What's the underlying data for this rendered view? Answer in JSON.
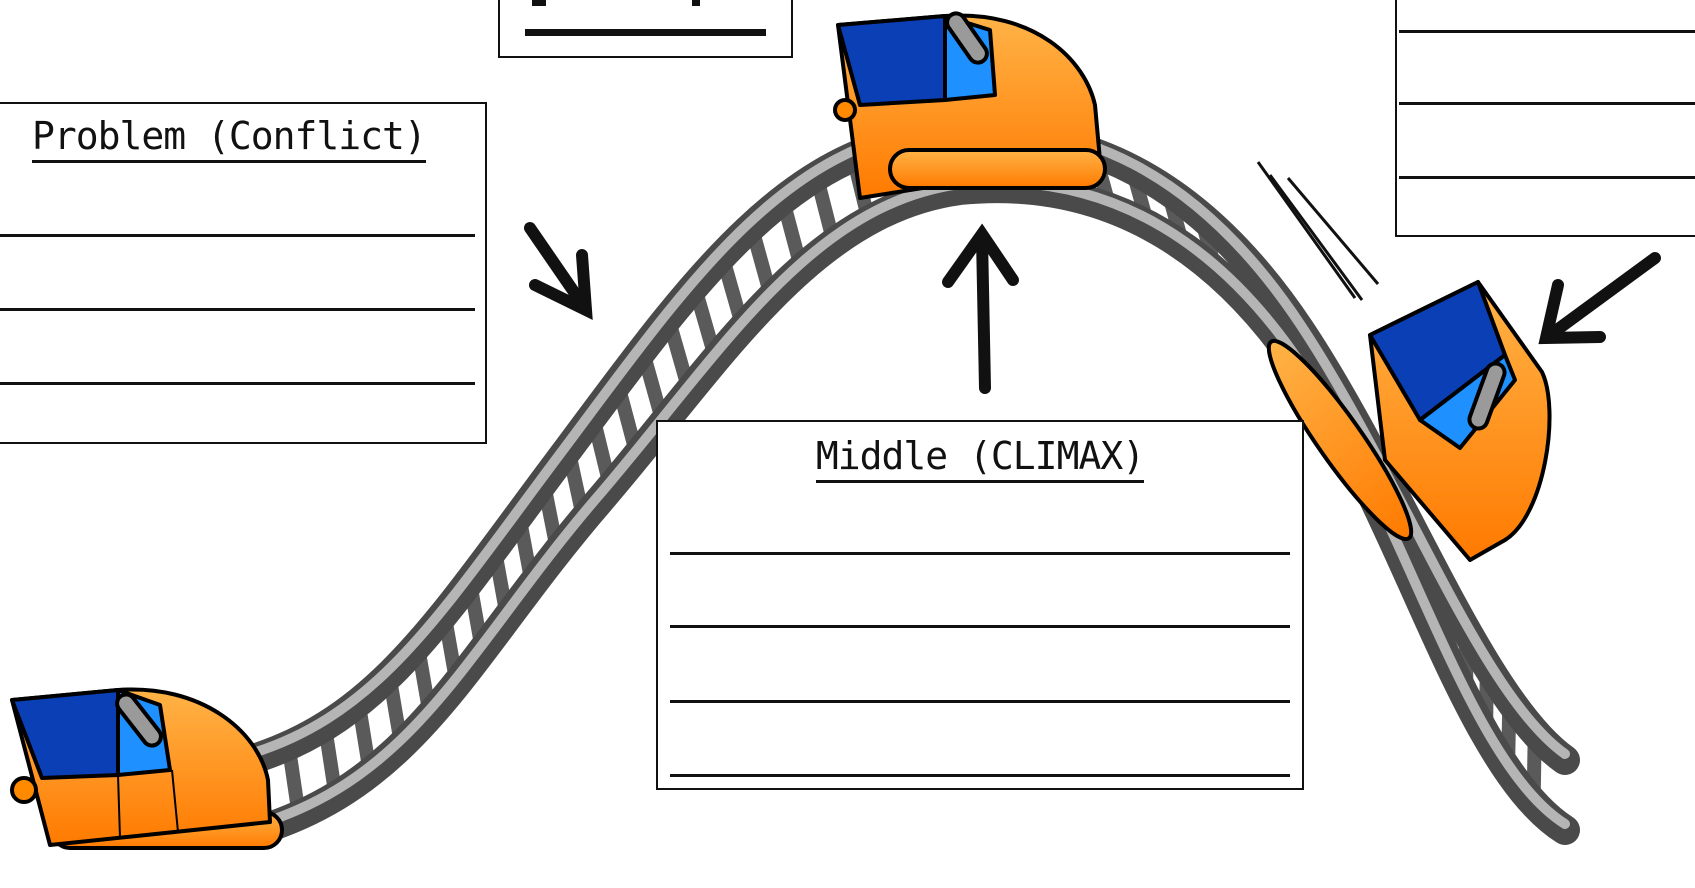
{
  "boxes": {
    "problem": {
      "title": "Problem (Conflict)"
    },
    "middle": {
      "title": "Middle (CLIMAX)"
    },
    "top_center": {
      "title": ""
    },
    "top_right": {
      "title": ""
    }
  },
  "colors": {
    "track": "#5a5a5a",
    "track_highlight": "#c8c8c8",
    "car_body": "#ff8a00",
    "car_seat_dark": "#0a3fb5",
    "car_seat_light": "#1e90ff",
    "outline": "#000000"
  },
  "icons": [
    "roller-coaster-track",
    "coaster-car-icon",
    "arrow-icon",
    "speed-lines-icon"
  ]
}
